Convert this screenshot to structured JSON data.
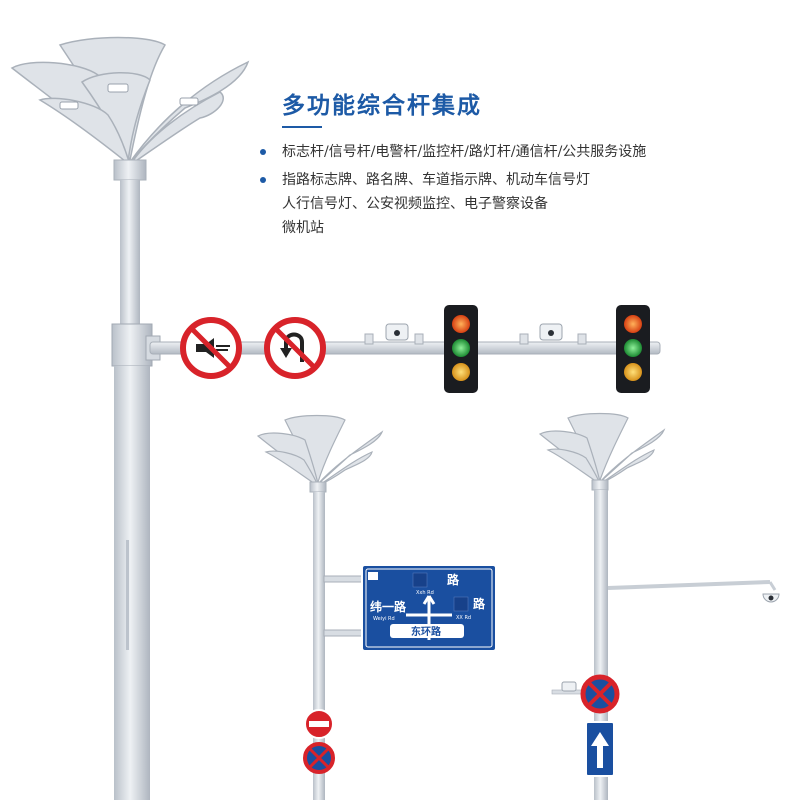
{
  "title": "多功能综合杆集成",
  "bullets": [
    {
      "lines": [
        "标志杆/信号杆/电警杆/监控杆/路灯杆/通信杆/公共服务设施"
      ]
    },
    {
      "lines": [
        "指路标志牌、路名牌、车道指示牌、机动车信号灯",
        "人行信号灯、公安视频监控、电子警察设备",
        "微机站"
      ]
    }
  ],
  "guide_sign": {
    "top_road": "路",
    "top_road_en": "Xxh   Rd",
    "left_road": "纬一路",
    "left_road_en": "Weiyi Rd",
    "right_road": "路",
    "right_road_en": "XX Rd",
    "bottom_road": "东环路"
  },
  "colors": {
    "accent": "#1d5aa6",
    "pole": "#d4d9e0",
    "sign_blue": "#1a4fa0",
    "prohibit_red": "#d8232a",
    "signal_red": "#e8541e",
    "signal_green": "#2fb24a",
    "signal_yellow": "#f2b41c"
  },
  "icons": [
    "no-horn-icon",
    "no-u-turn-icon",
    "no-entry-icon",
    "no-parking-icon",
    "straight-arrow-icon",
    "traffic-light-icon",
    "camera-icon"
  ]
}
